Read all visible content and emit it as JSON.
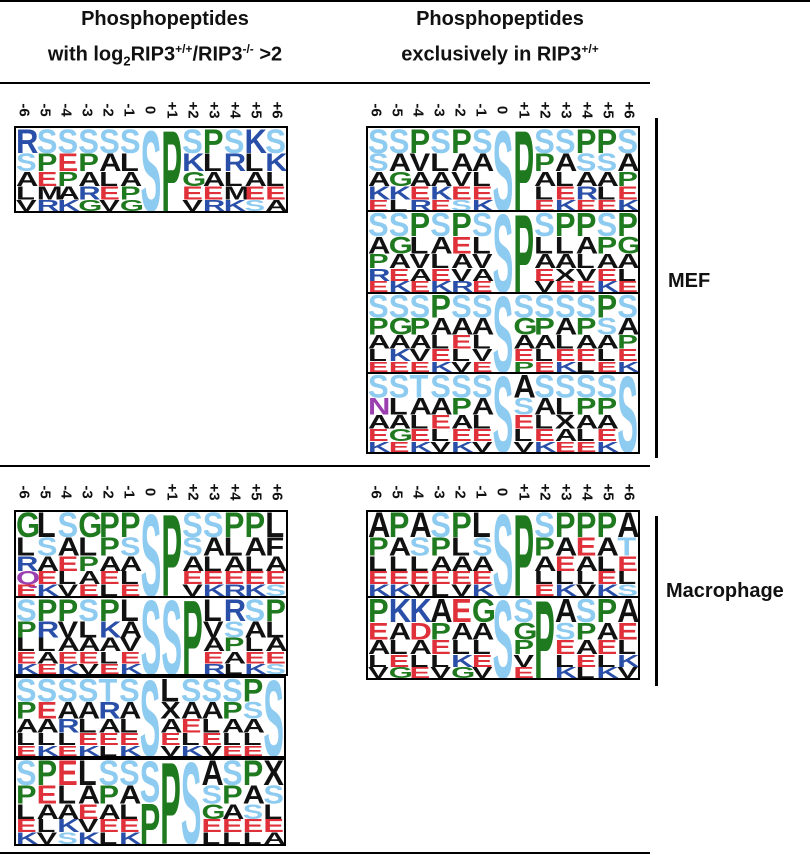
{
  "headers": {
    "left": {
      "line1": "Phosphopeptides",
      "line2_a": "with log",
      "line2_sub": "2",
      "line2_b": "RIP3",
      "line2_sup1": "+/+",
      "line2_c": "/RIP3",
      "line2_sup2": "-/-",
      "line2_d": " >2"
    },
    "right": {
      "line1": "Phosphopeptides",
      "line2_a": "exclusively in RIP3",
      "line2_sup": "+/+"
    }
  },
  "positions": [
    "-6",
    "-5",
    "-4",
    "-3",
    "-2",
    "-1",
    "0",
    "+1",
    "+2",
    "+3",
    "+4",
    "+5",
    "+6"
  ],
  "groups": [
    {
      "label": "MEF"
    },
    {
      "label": "Macrophage"
    }
  ],
  "residue_colors": {
    "S": "#8ecbf0",
    "T": "#8ecbf0",
    "P": "#1f7a1f",
    "G": "#1f7a1f",
    "A": "#111111",
    "L": "#111111",
    "V": "#111111",
    "I": "#111111",
    "M": "#111111",
    "F": "#111111",
    "W": "#111111",
    "K": "#2a4fa8",
    "R": "#2a4fa8",
    "H": "#2a4fa8",
    "E": "#e0303a",
    "D": "#e0303a",
    "N": "#9b3fb0",
    "Q": "#9b3fb0",
    "C": "#d6a000",
    "Y": "#8a5a2b",
    "X": "#111111"
  },
  "logos": [
    {
      "group": "MEF",
      "column": "left",
      "columns": [
        [
          "R",
          "S",
          "A",
          "L",
          "V"
        ],
        [
          "S",
          "P",
          "E",
          "M",
          "R"
        ],
        [
          "S",
          "E",
          "P",
          "A",
          "K"
        ],
        [
          "S",
          "P",
          "A",
          "R",
          "G"
        ],
        [
          "S",
          "A",
          "L",
          "E",
          "V"
        ],
        [
          "S",
          "L",
          "A",
          "P",
          "G"
        ],
        [
          "S"
        ],
        [
          "P"
        ],
        [
          "S",
          "K",
          "G",
          "E",
          "V"
        ],
        [
          "P",
          "L",
          "A",
          "E",
          "R"
        ],
        [
          "S",
          "R",
          "L",
          "M",
          "K"
        ],
        [
          "K",
          "L",
          "A",
          "E",
          "S"
        ],
        [
          "S",
          "K",
          "L",
          "E",
          "A"
        ]
      ]
    },
    {
      "group": "MEF",
      "column": "right",
      "columns": [
        [
          "S",
          "S",
          "A",
          "K",
          "E"
        ],
        [
          "S",
          "A",
          "G",
          "K",
          "L"
        ],
        [
          "P",
          "V",
          "A",
          "E",
          "R"
        ],
        [
          "S",
          "L",
          "A",
          "K",
          "E"
        ],
        [
          "P",
          "A",
          "V",
          "E",
          "S"
        ],
        [
          "S",
          "A",
          "L",
          "E",
          "K"
        ],
        [
          "S"
        ],
        [
          "P"
        ],
        [
          "S",
          "P",
          "A",
          "L",
          "E"
        ],
        [
          "S",
          "A",
          "L",
          "E",
          "K"
        ],
        [
          "P",
          "S",
          "A",
          "R",
          "E"
        ],
        [
          "P",
          "S",
          "A",
          "L",
          "E"
        ],
        [
          "S",
          "A",
          "P",
          "E",
          "K"
        ]
      ]
    },
    {
      "group": "MEF",
      "column": "right",
      "columns": [
        [
          "S",
          "A",
          "P",
          "R",
          "E"
        ],
        [
          "S",
          "G",
          "A",
          "E",
          "K"
        ],
        [
          "P",
          "L",
          "V",
          "A",
          "E"
        ],
        [
          "S",
          "A",
          "L",
          "E",
          "K"
        ],
        [
          "P",
          "E",
          "A",
          "V",
          "R"
        ],
        [
          "S",
          "L",
          "V",
          "A",
          "E"
        ],
        [
          "S"
        ],
        [
          "P"
        ],
        [
          "S",
          "L",
          "A",
          "E",
          "V"
        ],
        [
          "P",
          "L",
          "A",
          "X",
          "E"
        ],
        [
          "P",
          "A",
          "L",
          "V",
          "E"
        ],
        [
          "S",
          "P",
          "A",
          "E",
          "K"
        ],
        [
          "P",
          "G",
          "A",
          "L",
          "E"
        ]
      ]
    },
    {
      "group": "MEF",
      "column": "right",
      "columns": [
        [
          "S",
          "P",
          "A",
          "L",
          "E"
        ],
        [
          "S",
          "G",
          "A",
          "K",
          "E"
        ],
        [
          "S",
          "P",
          "A",
          "V",
          "E"
        ],
        [
          "P",
          "A",
          "L",
          "E",
          "K"
        ],
        [
          "S",
          "A",
          "E",
          "L",
          "V"
        ],
        [
          "S",
          "A",
          "L",
          "V",
          "E"
        ],
        [
          "S"
        ],
        [
          "S",
          "G",
          "A",
          "E",
          "P"
        ],
        [
          "S",
          "P",
          "A",
          "L",
          "E"
        ],
        [
          "S",
          "A",
          "L",
          "E",
          "K"
        ],
        [
          "S",
          "P",
          "A",
          "E",
          "L"
        ],
        [
          "P",
          "S",
          "A",
          "L",
          "E"
        ],
        [
          "S",
          "A",
          "P",
          "E",
          "K"
        ]
      ]
    },
    {
      "group": "MEF",
      "column": "right",
      "columns": [
        [
          "S",
          "N",
          "A",
          "E",
          "K"
        ],
        [
          "S",
          "L",
          "A",
          "G",
          "E"
        ],
        [
          "T",
          "A",
          "L",
          "E",
          "K"
        ],
        [
          "S",
          "A",
          "E",
          "L",
          "V"
        ],
        [
          "S",
          "P",
          "A",
          "E",
          "K"
        ],
        [
          "S",
          "A",
          "L",
          "E",
          "V"
        ],
        [
          "S"
        ],
        [
          "A",
          "S",
          "E",
          "L",
          "V"
        ],
        [
          "S",
          "A",
          "L",
          "E",
          "K"
        ],
        [
          "S",
          "L",
          "X",
          "A",
          "E"
        ],
        [
          "S",
          "P",
          "A",
          "L",
          "E"
        ],
        [
          "S",
          "P",
          "A",
          "E",
          "K"
        ],
        [
          "S"
        ]
      ]
    },
    {
      "group": "Macrophage",
      "column": "left",
      "columns": [
        [
          "G",
          "L",
          "R",
          "Q",
          "E"
        ],
        [
          "L",
          "S",
          "A",
          "E",
          "K"
        ],
        [
          "S",
          "A",
          "E",
          "L",
          "V"
        ],
        [
          "G",
          "L",
          "P",
          "A",
          "E"
        ],
        [
          "P",
          "P",
          "A",
          "E",
          "L"
        ],
        [
          "P",
          "S",
          "A",
          "L",
          "E"
        ],
        [
          "S"
        ],
        [
          "P"
        ],
        [
          "S",
          "S",
          "A",
          "E",
          "V"
        ],
        [
          "S",
          "A",
          "L",
          "E",
          "K"
        ],
        [
          "P",
          "L",
          "A",
          "E",
          "R"
        ],
        [
          "P",
          "A",
          "L",
          "E",
          "K"
        ],
        [
          "L",
          "F",
          "A",
          "E",
          "S"
        ]
      ]
    },
    {
      "group": "Macrophage",
      "column": "left",
      "columns": [
        [
          "S",
          "P",
          "L",
          "E",
          "K"
        ],
        [
          "P",
          "R",
          "L",
          "A",
          "E"
        ],
        [
          "P",
          "V",
          "A",
          "E",
          "K"
        ],
        [
          "S",
          "L",
          "A",
          "E",
          "V"
        ],
        [
          "P",
          "K",
          "A",
          "L",
          "E"
        ],
        [
          "L",
          "A",
          "V",
          "E",
          "K"
        ],
        [
          "S"
        ],
        [
          "S"
        ],
        [
          "P"
        ],
        [
          "L",
          "V",
          "A",
          "E",
          "R"
        ],
        [
          "R",
          "S",
          "P",
          "A",
          "L"
        ],
        [
          "S",
          "A",
          "L",
          "E",
          "K"
        ],
        [
          "P",
          "L",
          "A",
          "E",
          "S"
        ]
      ]
    },
    {
      "group": "Macrophage",
      "column": "left",
      "columns": [
        [
          "S",
          "P",
          "A",
          "L",
          "E"
        ],
        [
          "S",
          "E",
          "A",
          "L",
          "K"
        ],
        [
          "S",
          "A",
          "R",
          "L",
          "E"
        ],
        [
          "S",
          "A",
          "L",
          "E",
          "K"
        ],
        [
          "T",
          "R",
          "A",
          "E",
          "L"
        ],
        [
          "S",
          "A",
          "L",
          "E",
          "K"
        ],
        [
          "S"
        ],
        [
          "L",
          "X",
          "A",
          "E",
          "V"
        ],
        [
          "S",
          "A",
          "E",
          "L",
          "K"
        ],
        [
          "S",
          "A",
          "L",
          "E",
          "V"
        ],
        [
          "S",
          "P",
          "A",
          "L",
          "E"
        ],
        [
          "P",
          "S",
          "A",
          "L",
          "E"
        ],
        [
          "S"
        ]
      ]
    },
    {
      "group": "Macrophage",
      "column": "left",
      "columns": [
        [
          "S",
          "P",
          "L",
          "E",
          "K"
        ],
        [
          "P",
          "E",
          "A",
          "L",
          "V"
        ],
        [
          "E",
          "L",
          "A",
          "K",
          "S"
        ],
        [
          "L",
          "A",
          "E",
          "V",
          "K"
        ],
        [
          "S",
          "P",
          "A",
          "E",
          "L"
        ],
        [
          "S",
          "A",
          "L",
          "E",
          "K"
        ],
        [
          "S",
          "P"
        ],
        [
          "P"
        ],
        [
          "S"
        ],
        [
          "A",
          "S",
          "G",
          "E",
          "L"
        ],
        [
          "S",
          "P",
          "A",
          "E",
          "L"
        ],
        [
          "P",
          "A",
          "S",
          "E",
          "L"
        ],
        [
          "X",
          "S",
          "L",
          "E",
          "A"
        ]
      ]
    },
    {
      "group": "Macrophage",
      "column": "right",
      "columns": [
        [
          "A",
          "P",
          "L",
          "E",
          "K"
        ],
        [
          "P",
          "A",
          "L",
          "E",
          "K"
        ],
        [
          "A",
          "S",
          "L",
          "E",
          "V"
        ],
        [
          "S",
          "P",
          "A",
          "E",
          "L"
        ],
        [
          "P",
          "L",
          "A",
          "E",
          "V"
        ],
        [
          "L",
          "S",
          "A",
          "E",
          "K"
        ],
        [
          "S"
        ],
        [
          "P"
        ],
        [
          "S",
          "P",
          "A",
          "L",
          "E"
        ],
        [
          "P",
          "A",
          "E",
          "L",
          "K"
        ],
        [
          "P",
          "E",
          "A",
          "L",
          "V"
        ],
        [
          "P",
          "A",
          "L",
          "E",
          "K"
        ],
        [
          "A",
          "T",
          "E",
          "L",
          "S"
        ]
      ]
    },
    {
      "group": "Macrophage",
      "column": "right",
      "columns": [
        [
          "P",
          "E",
          "A",
          "L",
          "V"
        ],
        [
          "K",
          "A",
          "L",
          "E",
          "G"
        ],
        [
          "K",
          "D",
          "A",
          "L",
          "E"
        ],
        [
          "A",
          "P",
          "E",
          "L",
          "V"
        ],
        [
          "E",
          "A",
          "L",
          "K",
          "G"
        ],
        [
          "G",
          "A",
          "L",
          "E",
          "V"
        ],
        [
          "S"
        ],
        [
          "S",
          "G",
          "P",
          "V",
          "E"
        ],
        [
          "P"
        ],
        [
          "A",
          "S",
          "E",
          "L",
          "K"
        ],
        [
          "S",
          "P",
          "A",
          "E",
          "L"
        ],
        [
          "P",
          "A",
          "E",
          "L",
          "K"
        ],
        [
          "A",
          "E",
          "L",
          "K",
          "V"
        ]
      ]
    }
  ]
}
